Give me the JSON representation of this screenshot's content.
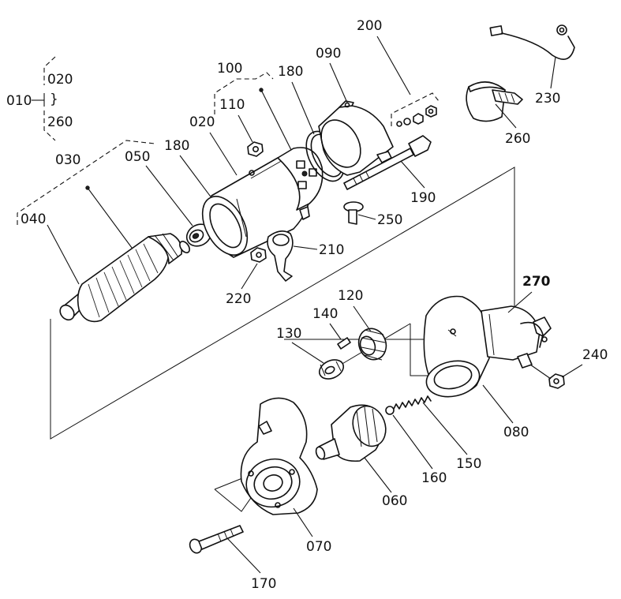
{
  "labels": {
    "p010": "010",
    "p020_top": "020",
    "p260_top": "260",
    "p030": "030",
    "p040": "040",
    "p050": "050",
    "p180_a": "180",
    "p020": "020",
    "p110": "110",
    "p100": "100",
    "p180_b": "180",
    "p090": "090",
    "p200": "200",
    "p230": "230",
    "p260": "260",
    "p190": "190",
    "p250": "250",
    "p210": "210",
    "p220": "220",
    "p270": "270",
    "p120": "120",
    "p140": "140",
    "p130": "130",
    "p240": "240",
    "p080": "080",
    "p150": "150",
    "p160": "160",
    "p060": "060",
    "p070": "070",
    "p170": "170"
  },
  "brace_symbol": "}"
}
